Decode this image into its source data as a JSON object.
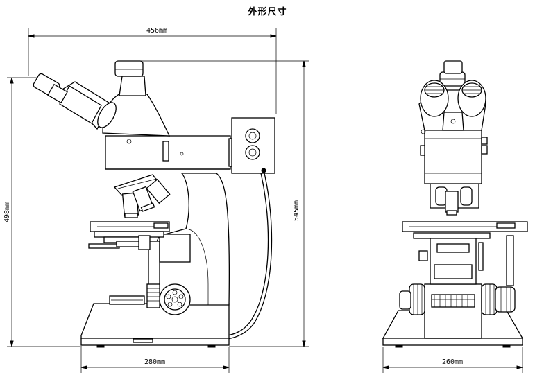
{
  "title": "外形尺寸",
  "dimensions": {
    "width_side": "456mm",
    "height_side": "498mm",
    "height_total": "545mm",
    "base_side": "280mm",
    "base_front": "260mm"
  }
}
